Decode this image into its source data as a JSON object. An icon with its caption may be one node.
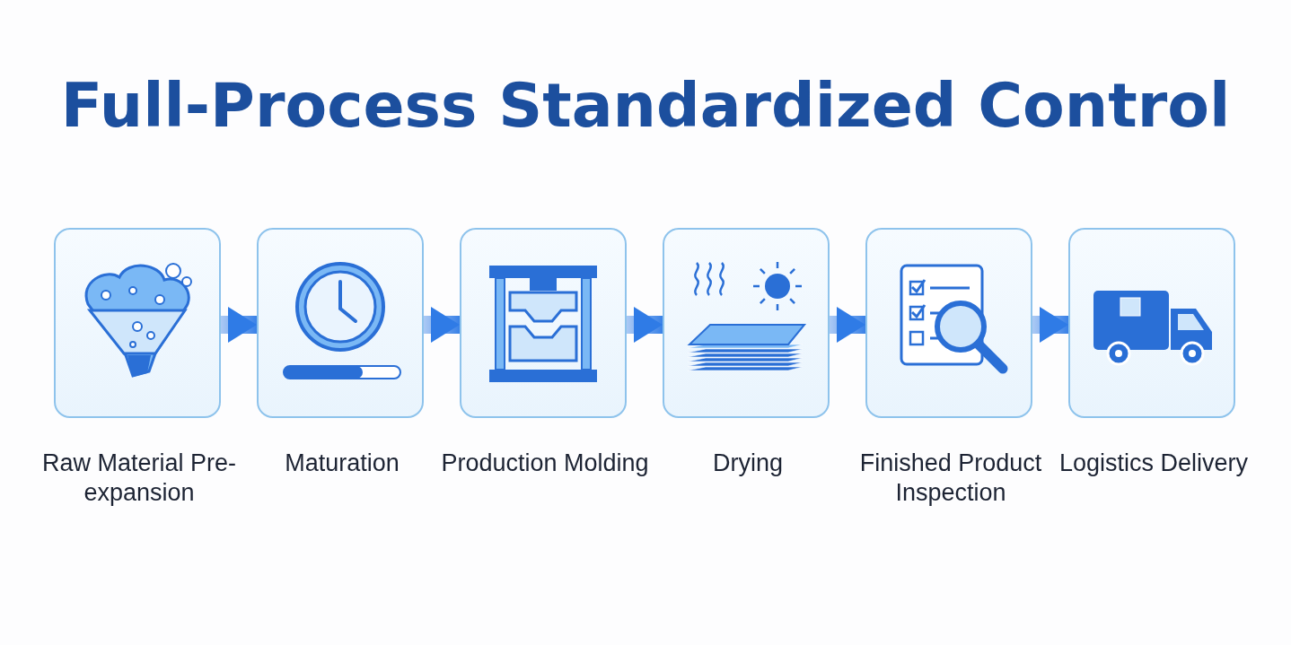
{
  "diagram": {
    "title": "Full-Process Standardized Control",
    "nodes": [
      {
        "text": [
          "Raw Material Pre-expansion"
        ]
      },
      {
        "text": [
          "Maturation"
        ]
      },
      {
        "text": [
          "Production Molding"
        ]
      },
      {
        "text": [
          "Drying"
        ]
      },
      {
        "text": [
          "Finished Product Inspection"
        ]
      },
      {
        "text": [
          "Logistics Delivery"
        ]
      }
    ],
    "edges": [
      {
        "from": 0,
        "to": 1,
        "arrow": "to"
      },
      {
        "from": 1,
        "to": 2,
        "arrow": "to"
      },
      {
        "from": 2,
        "to": 3,
        "arrow": "to"
      },
      {
        "from": 3,
        "to": 4,
        "arrow": "to"
      },
      {
        "from": 4,
        "to": 5,
        "arrow": "to"
      }
    ]
  }
}
